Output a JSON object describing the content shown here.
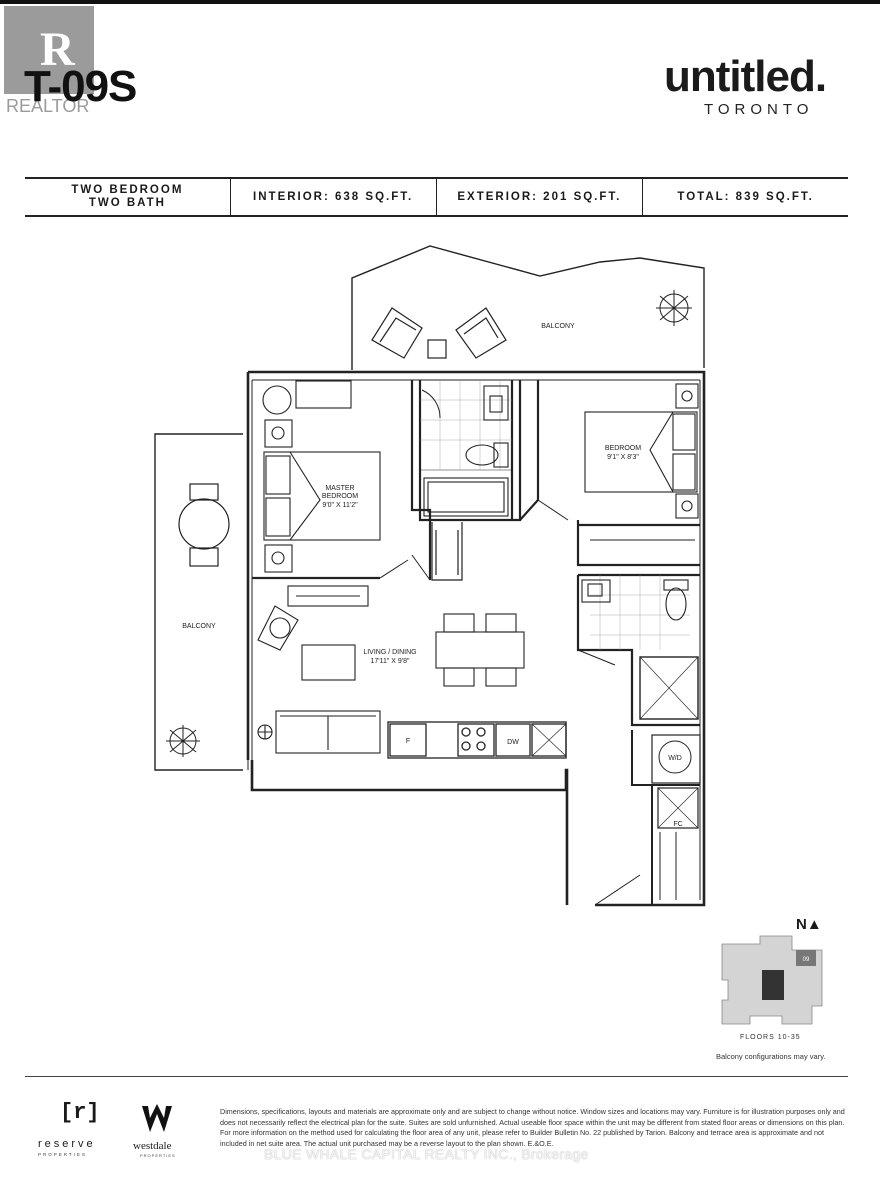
{
  "header": {
    "realtor_label": "REALTOR",
    "unit_code": "T-09S",
    "brand": "untitled.",
    "brand_city": "TORONTO"
  },
  "specs": {
    "type_line1": "TWO BEDROOM",
    "type_line2": "TWO BATH",
    "interior": "INTERIOR: 638 SQ.FT.",
    "exterior": "EXTERIOR: 201 SQ.FT.",
    "total": "TOTAL: 839 SQ.FT."
  },
  "plan": {
    "balcony_top": "BALCONY",
    "balcony_left": "BALCONY",
    "master_name1": "MASTER",
    "master_name2": "BEDROOM",
    "master_dims": "9'0\" X 11'2\"",
    "bedroom_name": "BEDROOM",
    "bedroom_dims": "9'1\" X 8'3\"",
    "living_name": "LIVING / DINING",
    "living_dims": "17'11\" X 9'8\"",
    "fridge": "F",
    "dishwasher": "DW",
    "washer_dryer": "W/D",
    "fan_coil": "FC"
  },
  "keyplan": {
    "north": "N▲",
    "unit_tag": "09",
    "floors": "FLOORS 10-35",
    "note": "Balcony configurations may vary."
  },
  "footer": {
    "reserve_mark": "[r]",
    "reserve_name": "reserve",
    "reserve_sub": "PROPERTIES",
    "westdale_name": "westdale",
    "westdale_sub": "PROPERTIES",
    "disclaimer": "Dimensions, specifications, layouts and materials are approximate only and are subject to change without notice. Window sizes and locations may vary. Furniture is for illustration purposes only and does not necessarily reflect the electrical plan for the suite. Suites are sold unfurnished. Actual useable floor space within the unit may be different from stated floor areas or dimensions on this plan. For more information on the method used for calculating the floor area of any unit, please refer to Builder Bulletin No. 22 published by Tarion. Balcony and terrace area is approximate and not included in net suite area. The actual unit purchased may be a reverse layout to the plan shown. E.&O.E.",
    "watermark": "BLUE WHALE CAPITAL REALTY INC., Brokerage"
  }
}
